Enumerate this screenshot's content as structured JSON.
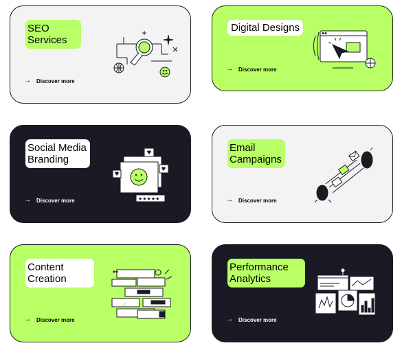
{
  "services": [
    {
      "title_lines": [
        "SEO",
        "Services"
      ],
      "link_label": "Discover more",
      "theme": "grey",
      "illustration": "magnifier-icon"
    },
    {
      "title_lines": [
        "Digital Designs"
      ],
      "link_label": "Discover more",
      "theme": "green",
      "illustration": "browser-cursor-icon"
    },
    {
      "title_lines": [
        "Social Media",
        "Branding"
      ],
      "link_label": "Discover more",
      "theme": "dark",
      "illustration": "chat-smiley-icon"
    },
    {
      "title_lines": [
        "Email",
        "Campaigns"
      ],
      "link_label": "Discover more",
      "theme": "grey",
      "illustration": "envelopes-icon"
    },
    {
      "title_lines": [
        "Content",
        "Creation"
      ],
      "link_label": "Discover more",
      "theme": "green",
      "illustration": "content-blocks-icon"
    },
    {
      "title_lines": [
        "Performance",
        "Analytics"
      ],
      "link_label": "Discover more",
      "theme": "dark",
      "illustration": "analytics-panels-icon"
    }
  ],
  "colors": {
    "accent": "#b9ff66",
    "dark": "#191a23",
    "light": "#f3f3f3",
    "white": "#ffffff"
  },
  "arrow_glyph": "→"
}
